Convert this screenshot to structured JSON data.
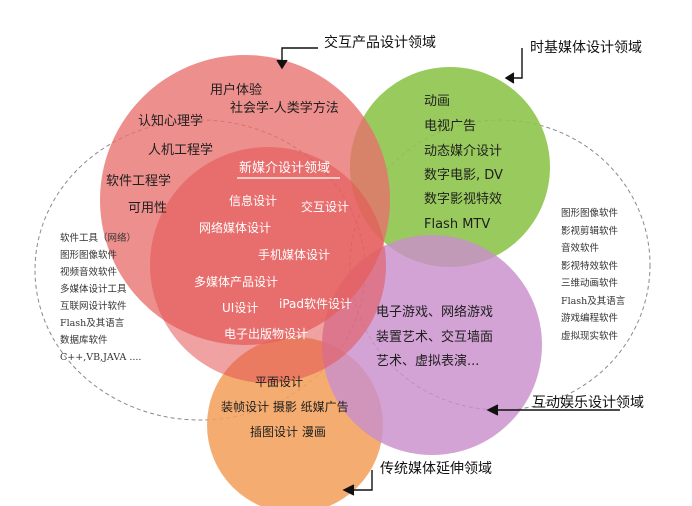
{
  "colors": {
    "interaction": "#e8706d",
    "timebased": "#8ec44b",
    "entertainment": "#c98fcc",
    "traditional": "#f3a15c",
    "core": "#e35454",
    "dashed": "#8a8a8a"
  },
  "labels": {
    "interaction": "交互产品设计领域",
    "timebased": "时基媒体设计领域",
    "entertainment": "互动娱乐设计领域",
    "traditional": "传统媒体延伸领域"
  },
  "interaction": {
    "items": [
      "用户体验",
      "社会学-人类学方法",
      "认知心理学",
      "人机工程学",
      "软件工程学",
      "可用性"
    ]
  },
  "core": {
    "title": "新媒介设计领域",
    "items": [
      "信息设计",
      "交互设计",
      "网络媒体设计",
      "手机媒体设计",
      "多媒体产品设计",
      "UI设计",
      "iPad软件设计",
      "电子出版物设计"
    ]
  },
  "timebased": {
    "items": [
      "动画",
      "电视广告",
      "动态媒介设计",
      "数字电影, DV",
      "数字影视特效",
      "Flash MTV"
    ]
  },
  "entertainment": {
    "items": [
      "电子游戏、网络游戏",
      "装置艺术、交互墙面",
      "艺术、虚拟表演..."
    ]
  },
  "traditional": {
    "items": [
      "平面设计",
      "装帧设计  摄影  纸媒广告",
      "插图设计  漫画"
    ]
  },
  "left_tools": [
    "软件工具（网络）",
    "图形图像软件",
    "视频音效软件",
    "多媒体设计工具",
    "互联网设计软件",
    "Flash及其语言",
    "数据库软件",
    "C++,VB,JAVA ...."
  ],
  "right_tools": [
    "图形图像软件",
    "影视剪辑软件",
    "音效软件",
    "影视特效软件",
    "三维动画软件",
    "Flash及其语言",
    "游戏编程软件",
    "虚拟现实软件"
  ]
}
